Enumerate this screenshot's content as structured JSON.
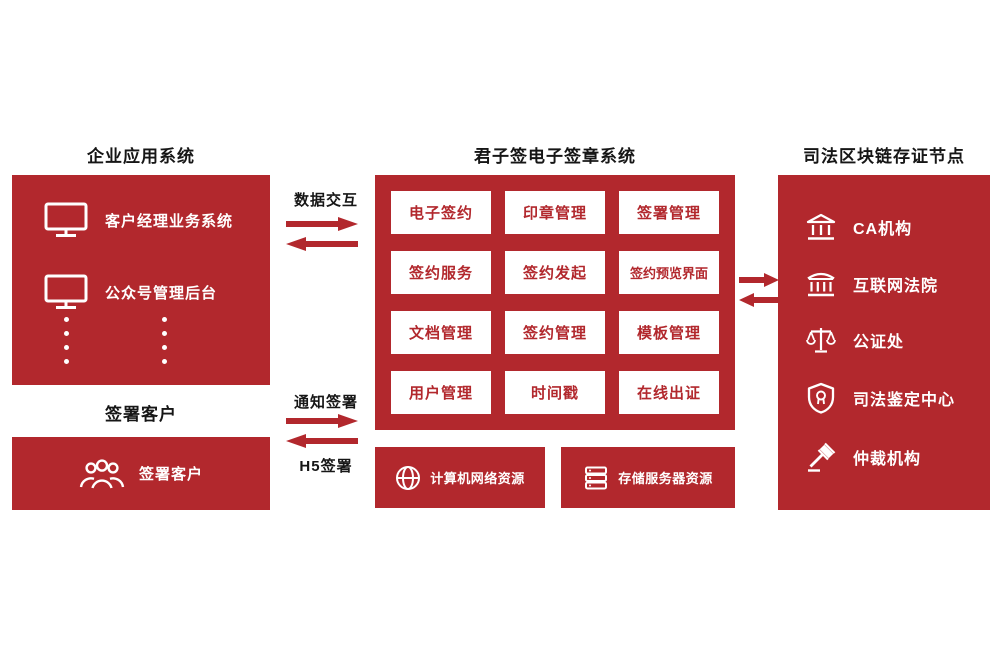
{
  "colors": {
    "primary": "#b2282d",
    "background": "#ffffff",
    "heading_text": "#161616",
    "panel_text": "#ffffff",
    "module_text": "#b2282d"
  },
  "left_section": {
    "title": "企业应用系统",
    "apps": [
      {
        "icon": "monitor-icon",
        "label": "客户经理业务系统"
      },
      {
        "icon": "monitor-icon",
        "label": "公众号管理后台"
      }
    ]
  },
  "signer_section": {
    "title": "签署客户",
    "item": {
      "icon": "people-icon",
      "label": "签署客户"
    }
  },
  "connectors": {
    "data_exchange": {
      "label": "数据交互",
      "arrows": [
        "right",
        "left"
      ]
    },
    "notify_sign": {
      "label": "通知签署",
      "arrows": [
        "right",
        "left"
      ]
    },
    "h5_sign": {
      "label": "H5签署"
    },
    "center_to_right": {
      "arrows": [
        "right",
        "left"
      ]
    }
  },
  "center_section": {
    "title": "君子签电子签章系统",
    "modules": [
      "电子签约",
      "印章管理",
      "签署管理",
      "签约服务",
      "签约发起",
      "签约预览界面",
      "文档管理",
      "签约管理",
      "模板管理",
      "用户管理",
      "时间戳",
      "在线出证"
    ],
    "resources": [
      {
        "icon": "network-globe-icon",
        "label": "计算机网络资源"
      },
      {
        "icon": "storage-server-icon",
        "label": "存储服务器资源"
      }
    ]
  },
  "right_section": {
    "title": "司法区块链存证节点",
    "nodes": [
      {
        "icon": "bank-icon",
        "label": "CA机构"
      },
      {
        "icon": "court-building-icon",
        "label": "互联网法院"
      },
      {
        "icon": "scales-icon",
        "label": "公证处"
      },
      {
        "icon": "shield-badge-icon",
        "label": "司法鉴定中心"
      },
      {
        "icon": "gavel-icon",
        "label": "仲裁机构"
      }
    ]
  }
}
